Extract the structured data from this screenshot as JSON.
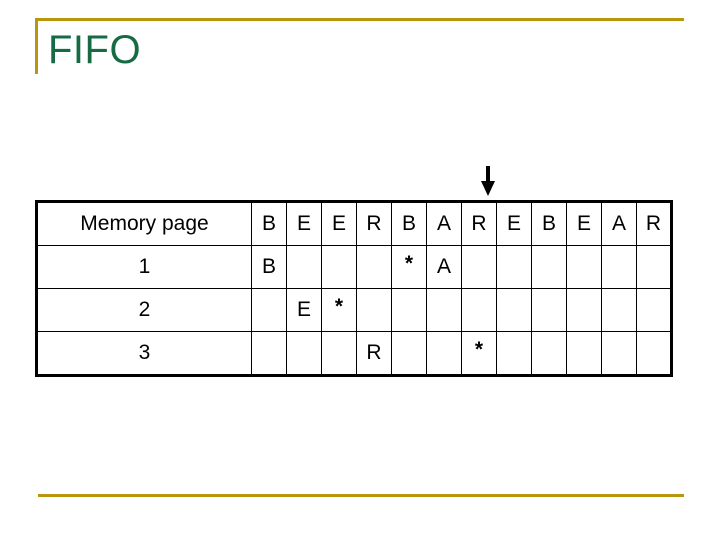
{
  "slide": {
    "title": "FIFO",
    "accent_color": "#b8960d",
    "title_color": "#166b44"
  },
  "pointer": {
    "icon": "down-arrow-icon",
    "target_column_index": 6,
    "target_column_label": "R"
  },
  "table": {
    "row_label_header": "Memory page",
    "reference_string": [
      "B",
      "E",
      "E",
      "R",
      "B",
      "A",
      "R",
      "E",
      "B",
      "E",
      "A",
      "R"
    ],
    "frame_color": "#000000",
    "letter_color": "#cc99dd",
    "fault_color": "#990000",
    "fault_symbol": "*",
    "rows": [
      {
        "label": "1",
        "cells": [
          "B",
          "",
          "",
          "",
          "*",
          "A",
          "",
          "",
          "",
          "",
          "",
          ""
        ]
      },
      {
        "label": "2",
        "cells": [
          "",
          "E",
          "*",
          "",
          "",
          "",
          "",
          "",
          "",
          "",
          "",
          ""
        ]
      },
      {
        "label": "3",
        "cells": [
          "",
          "",
          "",
          "R",
          "",
          "",
          "*",
          "",
          "",
          "",
          "",
          ""
        ]
      }
    ]
  }
}
